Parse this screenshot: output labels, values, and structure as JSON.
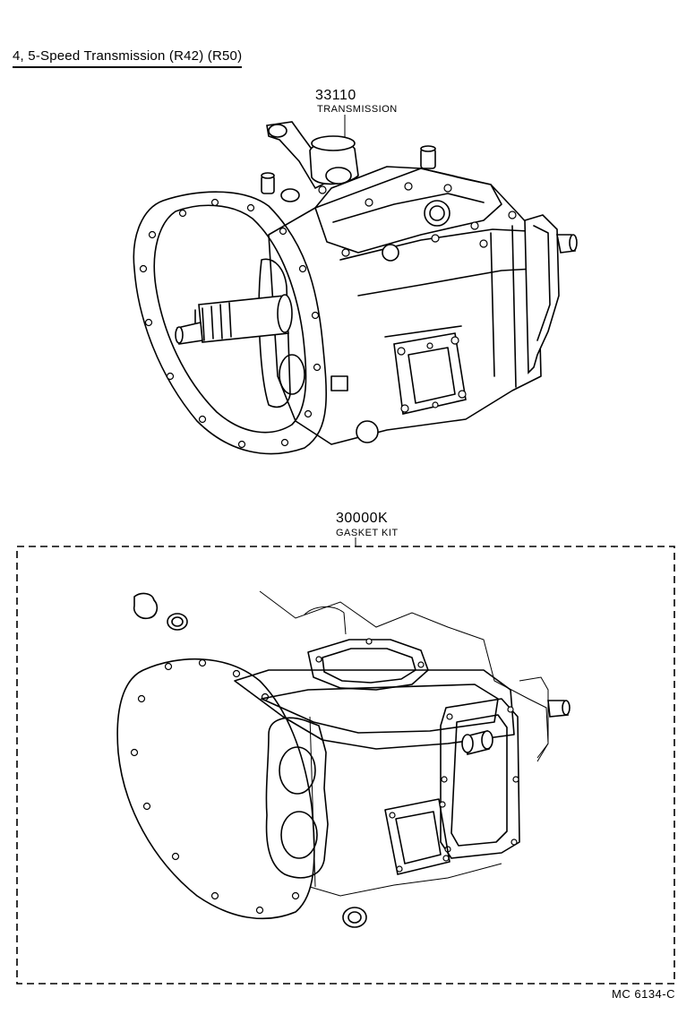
{
  "title": "4, 5-Speed Transmission (R42) (R50)",
  "parts": [
    {
      "number": "33110",
      "name": "TRANSMISSION"
    },
    {
      "number": "30000K",
      "name": "GASKET KIT"
    }
  ],
  "figure_code": "MC  6134-C"
}
